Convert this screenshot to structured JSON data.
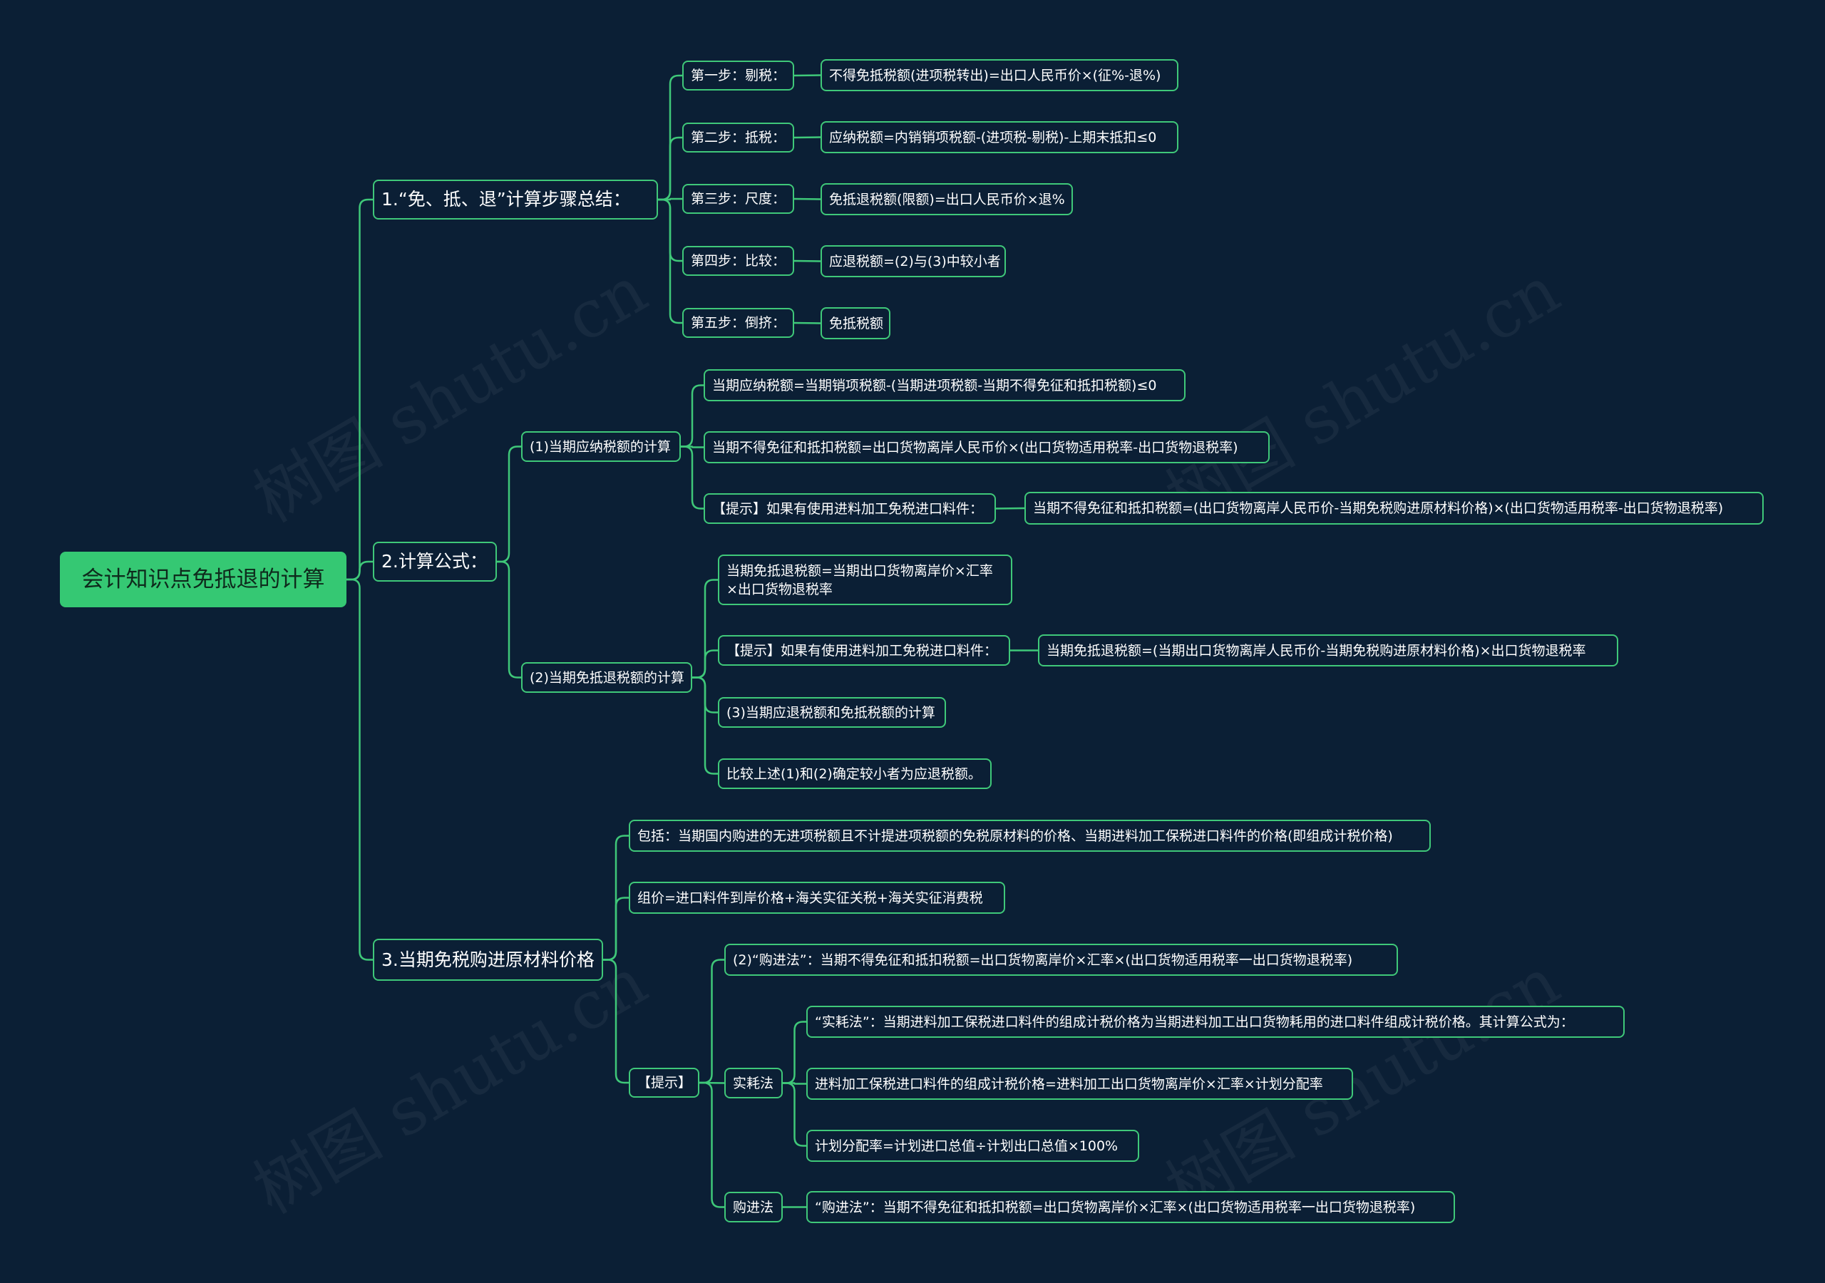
{
  "root": {
    "label": "会计知识点免抵退的计算"
  },
  "watermark": "树图 shutu.cn",
  "colors": {
    "background": "#0b1f35",
    "accent": "#3fc879",
    "root_fill": "#35c873",
    "text": "#ffffff"
  },
  "branches": [
    {
      "label": "1.“免、抵、退”计算步骤总结：",
      "children": [
        {
          "label": "第一步：剔税：",
          "children": [
            {
              "label": "不得免抵税额(进项税转出)=出口人民币价×(征%-退%)"
            }
          ]
        },
        {
          "label": "第二步：抵税：",
          "children": [
            {
              "label": "应纳税额=内销销项税额-(进项税-剔税)-上期末抵扣≤0"
            }
          ]
        },
        {
          "label": "第三步：尺度：",
          "children": [
            {
              "label": "免抵退税额(限额)=出口人民币价×退%"
            }
          ]
        },
        {
          "label": "第四步：比较：",
          "children": [
            {
              "label": "应退税额=(2)与(3)中较小者"
            }
          ]
        },
        {
          "label": "第五步：倒挤：",
          "children": [
            {
              "label": "免抵税额"
            }
          ]
        }
      ]
    },
    {
      "label": "2.计算公式：",
      "children": [
        {
          "label": "(1)当期应纳税额的计算",
          "children": [
            {
              "label": "当期应纳税额=当期销项税额-(当期进项税额-当期不得免征和抵扣税额)≤0"
            },
            {
              "label": "当期不得免征和抵扣税额=出口货物离岸人民币价×(出口货物适用税率-出口货物退税率)"
            },
            {
              "label": "【提示】如果有使用进料加工免税进口料件：",
              "children": [
                {
                  "label": "当期不得免征和抵扣税额=(出口货物离岸人民币价-当期免税购进原材料价格)×(出口货物适用税率-出口货物退税率)"
                }
              ]
            }
          ]
        },
        {
          "label": "(2)当期免抵退税额的计算",
          "children": [
            {
              "label": "当期免抵退税额=当期出口货物离岸价×汇率×出口货物退税率"
            },
            {
              "label": "【提示】如果有使用进料加工免税进口料件：",
              "children": [
                {
                  "label": "当期免抵退税额=(当期出口货物离岸人民币价-当期免税购进原材料价格)×出口货物退税率"
                }
              ]
            },
            {
              "label": "(3)当期应退税额和免抵税额的计算"
            },
            {
              "label": "比较上述(1)和(2)确定较小者为应退税额。"
            }
          ]
        }
      ]
    },
    {
      "label": "3.当期免税购进原材料价格",
      "children": [
        {
          "label": "包括：当期国内购进的无进项税额且不计提进项税额的免税原材料的价格、当期进料加工保税进口料件的价格(即组成计税价格)"
        },
        {
          "label": "组价=进口料件到岸价格+海关实征关税+海关实征消费税"
        },
        {
          "label": "【提示】",
          "children": [
            {
              "label": "(2)“购进法”：当期不得免征和抵扣税额=出口货物离岸价×汇率×(出口货物适用税率一出口货物退税率)"
            },
            {
              "label": "实耗法",
              "children": [
                {
                  "label": "“实耗法”：当期进料加工保税进口料件的组成计税价格为当期进料加工出口货物耗用的进口料件组成计税价格。其计算公式为："
                },
                {
                  "label": "进料加工保税进口料件的组成计税价格=进料加工出口货物离岸价×汇率×计划分配率"
                },
                {
                  "label": "计划分配率=计划进口总值÷计划出口总值×100%"
                }
              ]
            },
            {
              "label": "购进法",
              "children": [
                {
                  "label": "“购进法”：当期不得免征和抵扣税额=出口货物离岸价×汇率×(出口货物适用税率一出口货物退税率)"
                }
              ]
            }
          ]
        }
      ]
    }
  ]
}
